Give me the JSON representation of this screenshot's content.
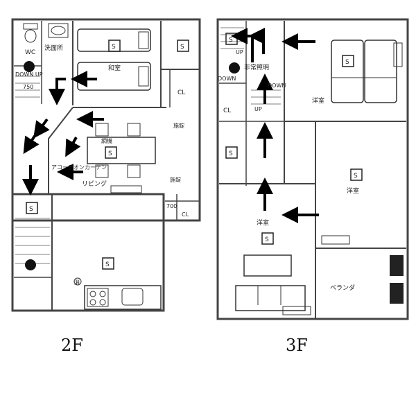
{
  "floors": {
    "f2": {
      "floor_label": "2F",
      "rooms": {
        "wc": "WC",
        "washroom": "洗面所",
        "japanese_room": "和室",
        "closet_a": "CL",
        "living": "リビング",
        "accordion_curtain": "アコーデオンカーテン",
        "lock_a": "施錠",
        "lock_b": "施錠",
        "closet_b": "CL"
      },
      "marks": {
        "down_up": "DOWN UP",
        "dim_750": "750",
        "dim_700": "700",
        "net_machine": "網機",
        "extinguisher": "消",
        "sensor": "S"
      }
    },
    "f3": {
      "floor_label": "3F",
      "rooms": {
        "western_a": "洋室",
        "western_b": "洋室",
        "western_c": "洋室",
        "veranda": "ベランダ",
        "closet": "CL"
      },
      "marks": {
        "up": "UP",
        "down_a": "DOWN",
        "down_b": "DOWN",
        "up_b": "UP",
        "emergency_light": "非常照明",
        "sensor": "S"
      }
    }
  }
}
